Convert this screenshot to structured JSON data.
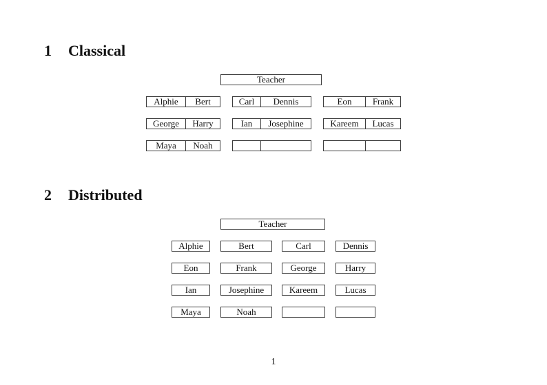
{
  "page": {
    "number": "1",
    "background_color": "#ffffff",
    "border_color": "#3d3d3d",
    "text_color": "#111111"
  },
  "sections": [
    {
      "number": "1",
      "title": "Classical"
    },
    {
      "number": "2",
      "title": "Distributed"
    }
  ],
  "classical": {
    "teacher_label": "Teacher",
    "rows": [
      [
        {
          "left": "Alphie",
          "right": "Bert"
        },
        {
          "left": "Carl",
          "right": "Dennis"
        },
        {
          "left": "Eon",
          "right": "Frank"
        }
      ],
      [
        {
          "left": "George",
          "right": "Harry"
        },
        {
          "left": "Ian",
          "right": "Josephine"
        },
        {
          "left": "Kareem",
          "right": "Lucas"
        }
      ],
      [
        {
          "left": "Maya",
          "right": "Noah"
        },
        {
          "left": "",
          "right": ""
        },
        {
          "left": "",
          "right": ""
        }
      ]
    ]
  },
  "distributed": {
    "teacher_label": "Teacher",
    "rows": [
      [
        "Alphie",
        "Bert",
        "Carl",
        "Dennis"
      ],
      [
        "Eon",
        "Frank",
        "George",
        "Harry"
      ],
      [
        "Ian",
        "Josephine",
        "Kareem",
        "Lucas"
      ],
      [
        "Maya",
        "Noah",
        "",
        ""
      ]
    ]
  }
}
